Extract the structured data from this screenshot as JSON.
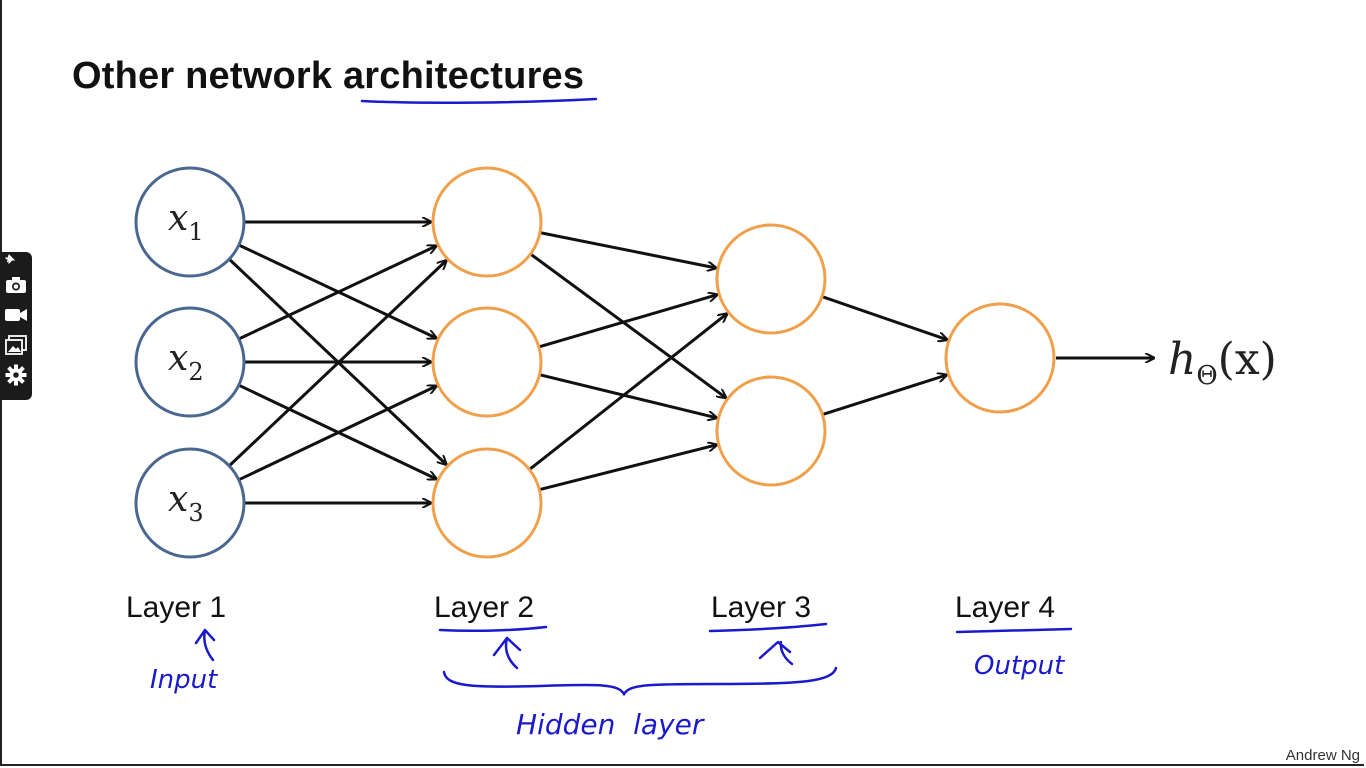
{
  "slide": {
    "title_plain": "Other network ",
    "title_underlined": "architectures",
    "credit": "Andrew Ng"
  },
  "network": {
    "inputs": [
      {
        "var": "x",
        "sub": "1"
      },
      {
        "var": "x",
        "sub": "2"
      },
      {
        "var": "x",
        "sub": "3"
      }
    ],
    "output": {
      "h": "h",
      "sub": "Θ",
      "arg": "(x)"
    },
    "layers": [
      {
        "label": "Layer 1",
        "units": 3
      },
      {
        "label": "Layer 2",
        "units": 3
      },
      {
        "label": "Layer 3",
        "units": 2
      },
      {
        "label": "Layer 4",
        "units": 1
      }
    ]
  },
  "annotations": {
    "input": "Input",
    "output": "Output",
    "hidden": "Hidden  layer"
  },
  "colors": {
    "input_node": "#4a6790",
    "hidden_node": "#f0a04b",
    "edge": "#111111",
    "annotation_ink": "#1a1acc",
    "toolbar_bg": "#1b1b1b"
  },
  "toolbar": {
    "icons": [
      "pin-icon",
      "camera-icon",
      "video-icon",
      "gallery-icon",
      "gear-icon"
    ]
  }
}
